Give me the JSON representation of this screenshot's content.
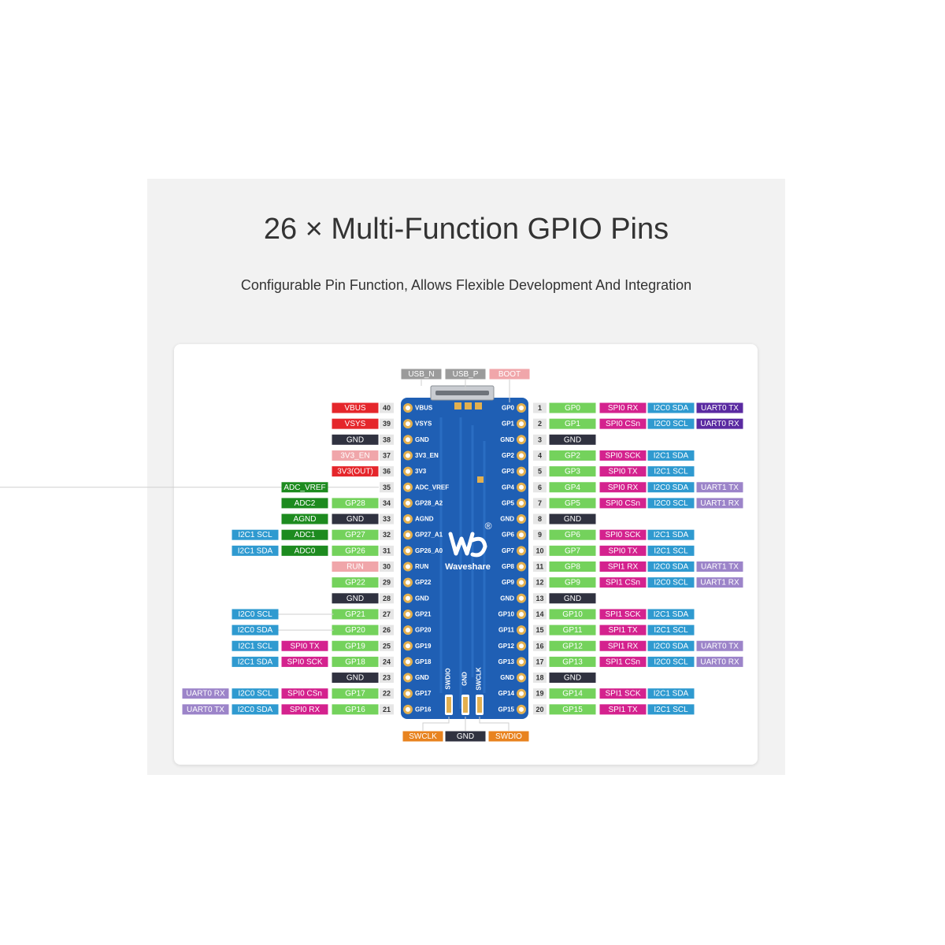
{
  "header": {
    "title": "26 × Multi-Function GPIO Pins",
    "subtitle": "Configurable Pin Function, Allows Flexible Development And Integration"
  },
  "brand": {
    "name": "Waveshare",
    "mark": "®"
  },
  "colors": {
    "power_red": "#e5262b",
    "gnd_dark": "#303240",
    "pink_light": "#f0a6aa",
    "adc_green": "#1d8b1f",
    "gpio_green": "#74d25c",
    "spi_magenta": "#d4228e",
    "i2c_blue": "#2f9ad0",
    "uart_purple": "#5a2aa1",
    "uart_lavender": "#9c84c9",
    "usb_gray": "#9b9b9b",
    "boot_pink": "#f2a9a9",
    "swd_orange": "#e8831f",
    "board_blue": "#1f5fb4",
    "pad_gold": "#e3b04f",
    "number_bg": "#e6e6e6"
  },
  "top_labels": [
    {
      "text": "USB_N",
      "style": "gray"
    },
    {
      "text": "USB_P",
      "style": "gray"
    },
    {
      "text": "BOOT",
      "style": "pinklight"
    }
  ],
  "bottom_labels": [
    {
      "text": "SWCLK",
      "style": "orange"
    },
    {
      "text": "GND",
      "style": "gnd"
    },
    {
      "text": "SWDIO",
      "style": "orange"
    }
  ],
  "board_bottom_pins": [
    "SWDIO",
    "GND",
    "SWCLK"
  ],
  "left_pins": [
    {
      "num": "40",
      "silk": "VBUS",
      "labels": [
        {
          "text": "VBUS",
          "style": "red"
        }
      ]
    },
    {
      "num": "39",
      "silk": "VSYS",
      "labels": [
        {
          "text": "VSYS",
          "style": "red"
        }
      ]
    },
    {
      "num": "38",
      "silk": "GND",
      "labels": [
        {
          "text": "GND",
          "style": "gnd"
        }
      ]
    },
    {
      "num": "37",
      "silk": "3V3_EN",
      "labels": [
        {
          "text": "3V3_EN",
          "style": "pinklight"
        }
      ]
    },
    {
      "num": "36",
      "silk": "3V3",
      "labels": [
        {
          "text": "3V3(OUT)",
          "style": "red"
        }
      ]
    },
    {
      "num": "35",
      "silk": "ADC_VREF",
      "labels": [
        {
          "text": "ADC_VREF",
          "style": "adc"
        }
      ]
    },
    {
      "num": "34",
      "silk": "GP28_A2",
      "labels": [
        {
          "text": "GP28",
          "style": "gpio"
        },
        {
          "text": "ADC2",
          "style": "adc"
        }
      ]
    },
    {
      "num": "33",
      "silk": "AGND",
      "labels": [
        {
          "text": "GND",
          "style": "gnd"
        },
        {
          "text": "AGND",
          "style": "adc"
        }
      ]
    },
    {
      "num": "32",
      "silk": "GP27_A1",
      "labels": [
        {
          "text": "GP27",
          "style": "gpio"
        },
        {
          "text": "ADC1",
          "style": "adc"
        },
        {
          "text": "I2C1 SCL",
          "style": "i2c"
        }
      ]
    },
    {
      "num": "31",
      "silk": "GP26_A0",
      "labels": [
        {
          "text": "GP26",
          "style": "gpio"
        },
        {
          "text": "ADC0",
          "style": "adc"
        },
        {
          "text": "I2C1 SDA",
          "style": "i2c"
        }
      ]
    },
    {
      "num": "30",
      "silk": "RUN",
      "labels": [
        {
          "text": "RUN",
          "style": "pinklight"
        }
      ]
    },
    {
      "num": "29",
      "silk": "GP22",
      "labels": [
        {
          "text": "GP22",
          "style": "gpio"
        }
      ]
    },
    {
      "num": "28",
      "silk": "GND",
      "labels": [
        {
          "text": "GND",
          "style": "gnd"
        }
      ]
    },
    {
      "num": "27",
      "silk": "GP21",
      "labels": [
        {
          "text": "GP21",
          "style": "gpio"
        },
        {
          "text": "I2C0 SCL",
          "style": "i2c"
        }
      ]
    },
    {
      "num": "26",
      "silk": "GP20",
      "labels": [
        {
          "text": "GP20",
          "style": "gpio"
        },
        {
          "text": "I2C0 SDA",
          "style": "i2c"
        }
      ]
    },
    {
      "num": "25",
      "silk": "GP19",
      "labels": [
        {
          "text": "GP19",
          "style": "gpio"
        },
        {
          "text": "SPI0 TX",
          "style": "spi"
        },
        {
          "text": "I2C1 SCL",
          "style": "i2c"
        }
      ]
    },
    {
      "num": "24",
      "silk": "GP18",
      "labels": [
        {
          "text": "GP18",
          "style": "gpio"
        },
        {
          "text": "SPI0 SCK",
          "style": "spi"
        },
        {
          "text": "I2C1 SDA",
          "style": "i2c"
        }
      ]
    },
    {
      "num": "23",
      "silk": "GND",
      "labels": [
        {
          "text": "GND",
          "style": "gnd"
        }
      ]
    },
    {
      "num": "22",
      "silk": "GP17",
      "labels": [
        {
          "text": "GP17",
          "style": "gpio"
        },
        {
          "text": "SPI0 CSn",
          "style": "spi"
        },
        {
          "text": "I2C0 SCL",
          "style": "i2c"
        },
        {
          "text": "UART0 RX",
          "style": "uartl"
        }
      ]
    },
    {
      "num": "21",
      "silk": "GP16",
      "labels": [
        {
          "text": "GP16",
          "style": "gpio"
        },
        {
          "text": "SPI0 RX",
          "style": "spi"
        },
        {
          "text": "I2C0 SDA",
          "style": "i2c"
        },
        {
          "text": "UART0 TX",
          "style": "uartl"
        }
      ]
    }
  ],
  "right_pins": [
    {
      "num": "1",
      "silk": "GP0",
      "labels": [
        {
          "text": "GP0",
          "style": "gpio"
        },
        {
          "text": "SPI0 RX",
          "style": "spi"
        },
        {
          "text": "I2C0 SDA",
          "style": "i2c"
        },
        {
          "text": "UART0 TX",
          "style": "uart"
        }
      ]
    },
    {
      "num": "2",
      "silk": "GP1",
      "labels": [
        {
          "text": "GP1",
          "style": "gpio"
        },
        {
          "text": "SPI0 CSn",
          "style": "spi"
        },
        {
          "text": "I2C0 SCL",
          "style": "i2c"
        },
        {
          "text": "UART0 RX",
          "style": "uart"
        }
      ]
    },
    {
      "num": "3",
      "silk": "GND",
      "labels": [
        {
          "text": "GND",
          "style": "gnd"
        }
      ]
    },
    {
      "num": "4",
      "silk": "GP2",
      "labels": [
        {
          "text": "GP2",
          "style": "gpio"
        },
        {
          "text": "SPI0 SCK",
          "style": "spi"
        },
        {
          "text": "I2C1 SDA",
          "style": "i2c"
        }
      ]
    },
    {
      "num": "5",
      "silk": "GP3",
      "labels": [
        {
          "text": "GP3",
          "style": "gpio"
        },
        {
          "text": "SPI0 TX",
          "style": "spi"
        },
        {
          "text": "I2C1 SCL",
          "style": "i2c"
        }
      ]
    },
    {
      "num": "6",
      "silk": "GP4",
      "labels": [
        {
          "text": "GP4",
          "style": "gpio"
        },
        {
          "text": "SPI0 RX",
          "style": "spi"
        },
        {
          "text": "I2C0 SDA",
          "style": "i2c"
        },
        {
          "text": "UART1 TX",
          "style": "uartl"
        }
      ]
    },
    {
      "num": "7",
      "silk": "GP5",
      "labels": [
        {
          "text": "GP5",
          "style": "gpio"
        },
        {
          "text": "SPI0 CSn",
          "style": "spi"
        },
        {
          "text": "I2C0 SCL",
          "style": "i2c"
        },
        {
          "text": "UART1 RX",
          "style": "uartl"
        }
      ]
    },
    {
      "num": "8",
      "silk": "GND",
      "labels": [
        {
          "text": "GND",
          "style": "gnd"
        }
      ]
    },
    {
      "num": "9",
      "silk": "GP6",
      "labels": [
        {
          "text": "GP6",
          "style": "gpio"
        },
        {
          "text": "SPI0 SCK",
          "style": "spi"
        },
        {
          "text": "I2C1 SDA",
          "style": "i2c"
        }
      ]
    },
    {
      "num": "10",
      "silk": "GP7",
      "labels": [
        {
          "text": "GP7",
          "style": "gpio"
        },
        {
          "text": "SPI0 TX",
          "style": "spi"
        },
        {
          "text": "I2C1 SCL",
          "style": "i2c"
        }
      ]
    },
    {
      "num": "11",
      "silk": "GP8",
      "labels": [
        {
          "text": "GP8",
          "style": "gpio"
        },
        {
          "text": "SPI1 RX",
          "style": "spi"
        },
        {
          "text": "I2C0 SDA",
          "style": "i2c"
        },
        {
          "text": "UART1 TX",
          "style": "uartl"
        }
      ]
    },
    {
      "num": "12",
      "silk": "GP9",
      "labels": [
        {
          "text": "GP9",
          "style": "gpio"
        },
        {
          "text": "SPI1 CSn",
          "style": "spi"
        },
        {
          "text": "I2C0 SCL",
          "style": "i2c"
        },
        {
          "text": "UART1 RX",
          "style": "uartl"
        }
      ]
    },
    {
      "num": "13",
      "silk": "GND",
      "labels": [
        {
          "text": "GND",
          "style": "gnd"
        }
      ]
    },
    {
      "num": "14",
      "silk": "GP10",
      "labels": [
        {
          "text": "GP10",
          "style": "gpio"
        },
        {
          "text": "SPI1 SCK",
          "style": "spi"
        },
        {
          "text": "I2C1 SDA",
          "style": "i2c"
        }
      ]
    },
    {
      "num": "15",
      "silk": "GP11",
      "labels": [
        {
          "text": "GP11",
          "style": "gpio"
        },
        {
          "text": "SPI1 TX",
          "style": "spi"
        },
        {
          "text": "I2C1 SCL",
          "style": "i2c"
        }
      ]
    },
    {
      "num": "16",
      "silk": "GP12",
      "labels": [
        {
          "text": "GP12",
          "style": "gpio"
        },
        {
          "text": "SPI1 RX",
          "style": "spi"
        },
        {
          "text": "I2C0 SDA",
          "style": "i2c"
        },
        {
          "text": "UART0 TX",
          "style": "uartl"
        }
      ]
    },
    {
      "num": "17",
      "silk": "GP13",
      "labels": [
        {
          "text": "GP13",
          "style": "gpio"
        },
        {
          "text": "SPI1 CSn",
          "style": "spi"
        },
        {
          "text": "I2C0 SCL",
          "style": "i2c"
        },
        {
          "text": "UART0 RX",
          "style": "uartl"
        }
      ]
    },
    {
      "num": "18",
      "silk": "GND",
      "labels": [
        {
          "text": "GND",
          "style": "gnd"
        }
      ]
    },
    {
      "num": "19",
      "silk": "GP14",
      "labels": [
        {
          "text": "GP14",
          "style": "gpio"
        },
        {
          "text": "SPI1 SCK",
          "style": "spi"
        },
        {
          "text": "I2C1 SDA",
          "style": "i2c"
        }
      ]
    },
    {
      "num": "20",
      "silk": "GP15",
      "labels": [
        {
          "text": "GP15",
          "style": "gpio"
        },
        {
          "text": "SPI1 TX",
          "style": "spi"
        },
        {
          "text": "I2C1 SCL",
          "style": "i2c"
        }
      ]
    }
  ]
}
